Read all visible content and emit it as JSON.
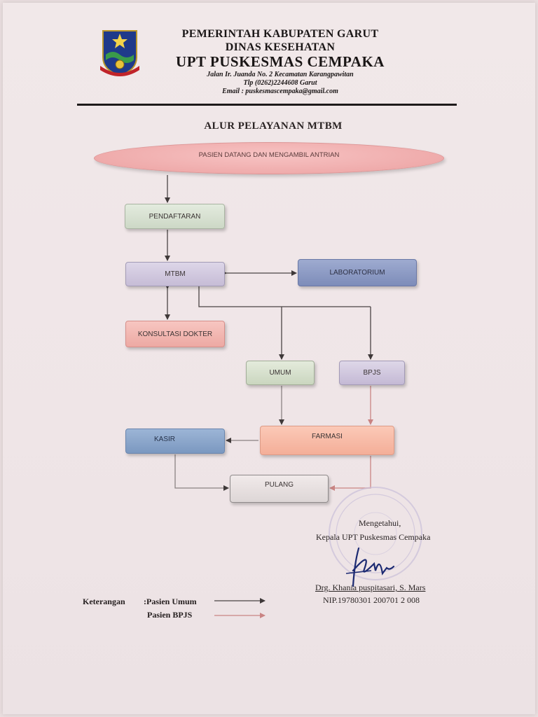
{
  "header": {
    "line1": "PEMERINTAH KABUPATEN GARUT",
    "line2": "DINAS KESEHATAN",
    "line3": "UPT PUSKESMAS CEMPAKA",
    "address": "Jalan Ir. Juanda No. 2 Kecamatan Karangpawitan",
    "phone": "Tlp (0262)2244608 Garut",
    "email": "Email : puskesmascempaka@gmail.com"
  },
  "title": "ALUR PELAYANAN MTBM",
  "nodes": {
    "start": "PASIEN DATANG DAN MENGAMBIL ANTRIAN",
    "pendaftaran": "PENDAFTARAN",
    "mtbm": "MTBM",
    "laboratorium": "LABORATORIUM",
    "konsultasi": "KONSULTASI DOKTER",
    "umum": "UMUM",
    "bpjs": "BPJS",
    "farmasi": "FARMASI",
    "kasir": "KASIR",
    "pulang": "PULANG"
  },
  "signature": {
    "mengetahui": "Mengetahui,",
    "position": "Kepala UPT Puskesmas Cempaka",
    "name": "Drg. Khania puspitasari, S. Mars",
    "nip": "NIP.19780301 200701 2 008"
  },
  "legend": {
    "title": "Keterangan",
    "umum": ":Pasien Umum",
    "bpjs": "Pasien BPJS"
  },
  "colors": {
    "arrow_umum": "#4a4444",
    "arrow_bpjs": "#c98483",
    "accent_header_rule": "#1e1a1a"
  }
}
